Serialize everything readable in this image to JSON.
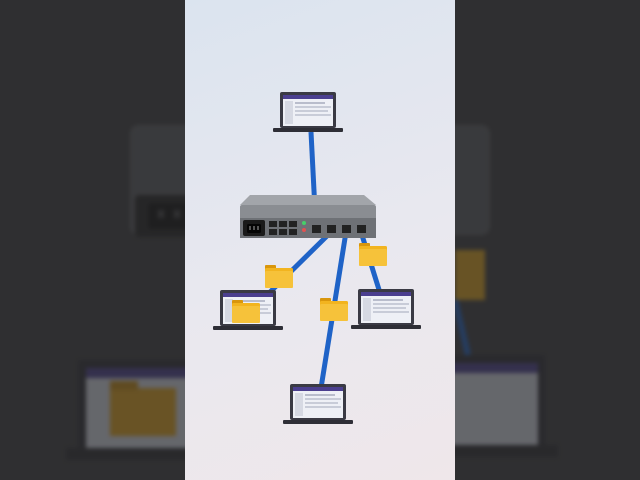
{
  "diagram": {
    "type": "network-switch-topology",
    "nodes": [
      {
        "id": "switch",
        "kind": "network-switch",
        "ports_visible": 4
      },
      {
        "id": "laptop-top",
        "kind": "laptop"
      },
      {
        "id": "laptop-left",
        "kind": "laptop"
      },
      {
        "id": "laptop-right",
        "kind": "laptop"
      },
      {
        "id": "laptop-bottom",
        "kind": "laptop"
      }
    ],
    "links": [
      {
        "from": "switch",
        "to": "laptop-top"
      },
      {
        "from": "switch",
        "to": "laptop-left"
      },
      {
        "from": "switch",
        "to": "laptop-bottom"
      },
      {
        "from": "switch",
        "to": "laptop-right"
      }
    ],
    "data_packets": 4,
    "colors": {
      "cable": "#1f63c7",
      "folder": "#f2b41f",
      "folder_tab": "#d9960c",
      "switch_body": "#8a8d92",
      "switch_front": "#5f6267",
      "laptop_frame": "#3a3a44",
      "laptop_header": "#4b3f8f",
      "panel_bg": "#e4e7ef",
      "outer_bg": "#3b3b3d"
    },
    "icons": [
      "network-switch-icon",
      "power-socket-icon",
      "ethernet-port-icon",
      "laptop-icon",
      "folder-icon"
    ]
  }
}
